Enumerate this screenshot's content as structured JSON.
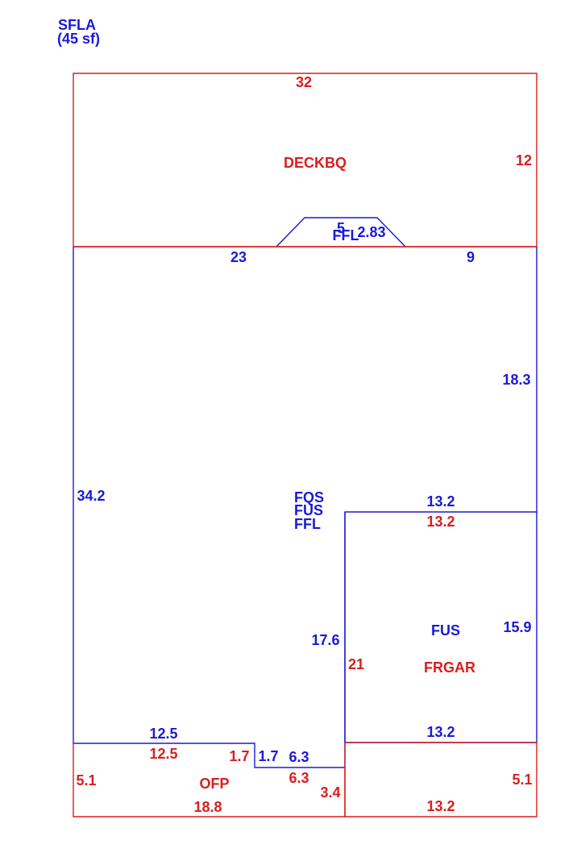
{
  "colors": {
    "blue": "#1a1ad6",
    "red": "#d81e1e",
    "background": "#ffffff"
  },
  "header": {
    "line1": "SFLA",
    "line2": "(45 sf)"
  },
  "areas": {
    "deck": "DECKBQ",
    "fql_top": "FFL",
    "main_fqs": "FQS",
    "main_fus": "FUS",
    "main_ffl": "FFL",
    "garage_fus": "FUS",
    "garage_frgar": "FRGAR",
    "porch": "OFP"
  },
  "dimensions": {
    "deck_top": "32",
    "deck_right": "12",
    "bay_top": "5",
    "bay_side": "2.83",
    "main_top_left": "23",
    "main_top_right": "9",
    "main_right_upper": "18.3",
    "main_left": "34.2",
    "garage_top_blue": "13.2",
    "garage_top_red": "13.2",
    "main_garage_shared": "17.6",
    "garage_left_red": "21",
    "garage_right": "15.9",
    "garage_bottom_blue": "13.2",
    "main_bottom_blue": "12.5",
    "porch_top_red": "12.5",
    "step_vertical_red": "1.7",
    "step_vertical_blue": "1.7",
    "step_bottom_blue": "6.3",
    "step_bottom_red": "6.3",
    "porch_left": "5.1",
    "porch_bottom": "18.8",
    "porch_right": "3.4",
    "lower_garage_bottom": "13.2",
    "lower_garage_right": "5.1"
  }
}
